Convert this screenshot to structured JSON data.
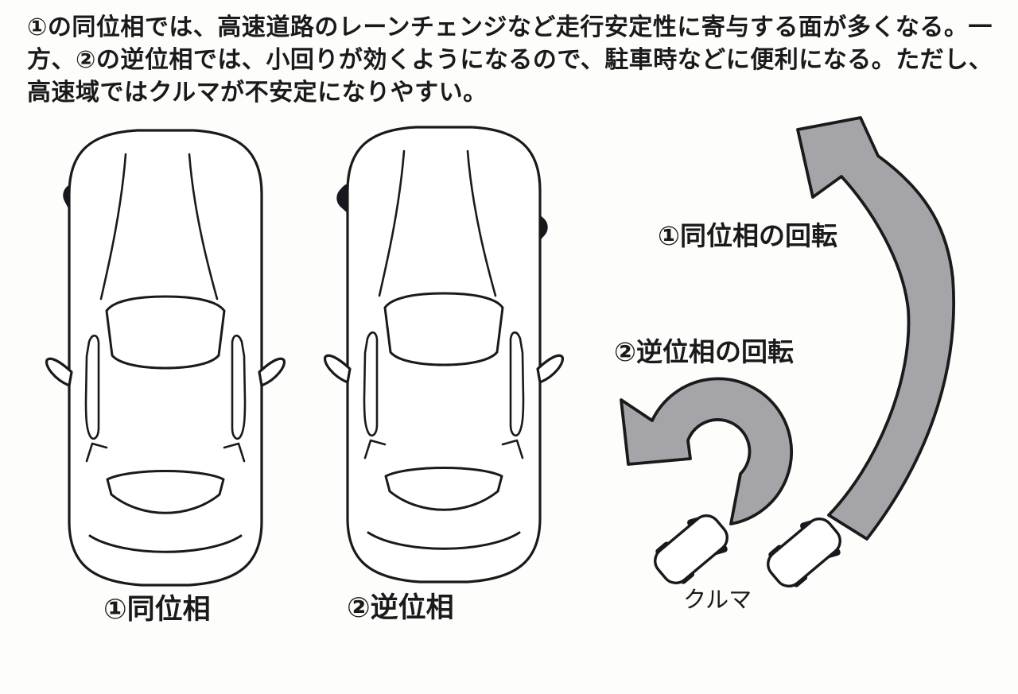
{
  "page": {
    "background": "#fdfdfc"
  },
  "intro": {
    "line1": "①の同位相では、高速道路のレーンチェンジなど走行安定性に寄与する面が多くなる。一",
    "line2": "方、②の逆位相では、小回りが効くようになるので、駐車時などに便利になる。ただし、",
    "line3": "高速域ではクルマが不安定になりやすい。"
  },
  "figure": {
    "left_car": {
      "caption": "①同位相",
      "front_wheel_angle_deg": -28,
      "rear_wheel_angle_deg": -15
    },
    "right_car": {
      "caption": "②逆位相",
      "front_wheel_angle_deg": -48,
      "rear_wheel_angle_deg": 15
    },
    "large_arrow_label": "①同位相の回転",
    "small_arrow_label": "②逆位相の回転",
    "small_cars_label": "クルマ",
    "colors": {
      "arrow_fill": "#a5a5a9",
      "line": "#1a1a1a",
      "tire": "#17171f"
    }
  }
}
